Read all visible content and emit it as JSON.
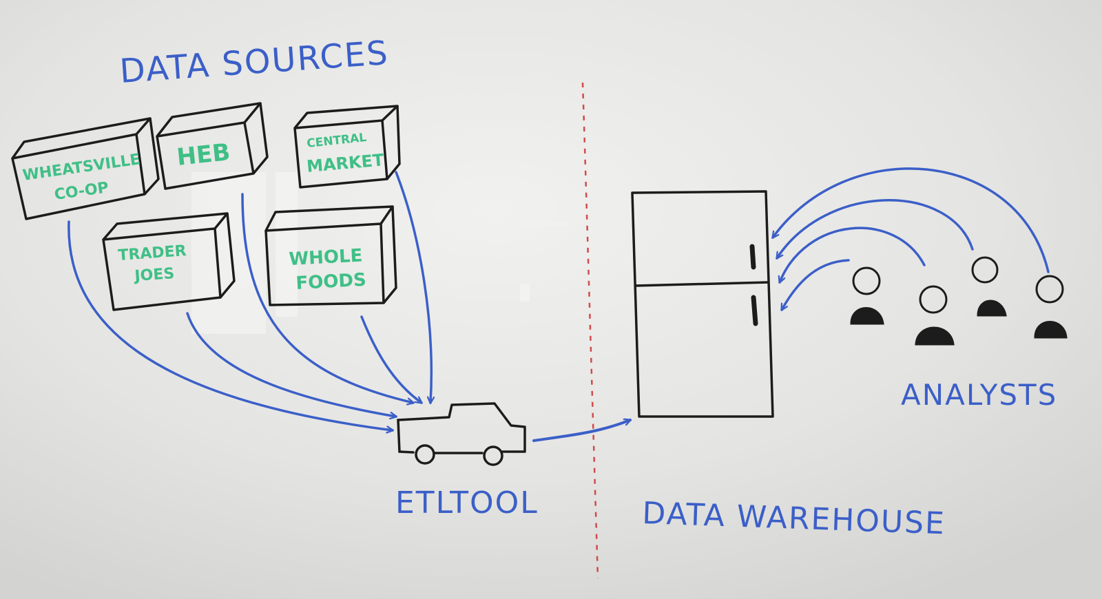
{
  "colors": {
    "board": "#e6e6e4",
    "marker_black": "#1c1c1c",
    "marker_blue": "#3b5fc8",
    "marker_green": "#3fbf86",
    "marker_red": "#d04a4a"
  },
  "labels": {
    "data_sources": "DATA SOURCES",
    "etl_tool": "ETLTOOL",
    "data_warehouse": "DATA WAREHOUSE",
    "analysts": "ANALYSTS"
  },
  "sources": [
    {
      "line1": "WHEATSVILLE",
      "line2": "CO-OP"
    },
    {
      "line1": "HEB",
      "line2": ""
    },
    {
      "line1": "CENTRAL",
      "line2": "MARKET"
    },
    {
      "line1": "TRADER",
      "line2": "JOES"
    },
    {
      "line1": "WHOLE",
      "line2": "FOODS"
    }
  ],
  "icons": {
    "etl": "truck-icon",
    "warehouse": "refrigerator-icon",
    "analyst": "person-icon"
  }
}
